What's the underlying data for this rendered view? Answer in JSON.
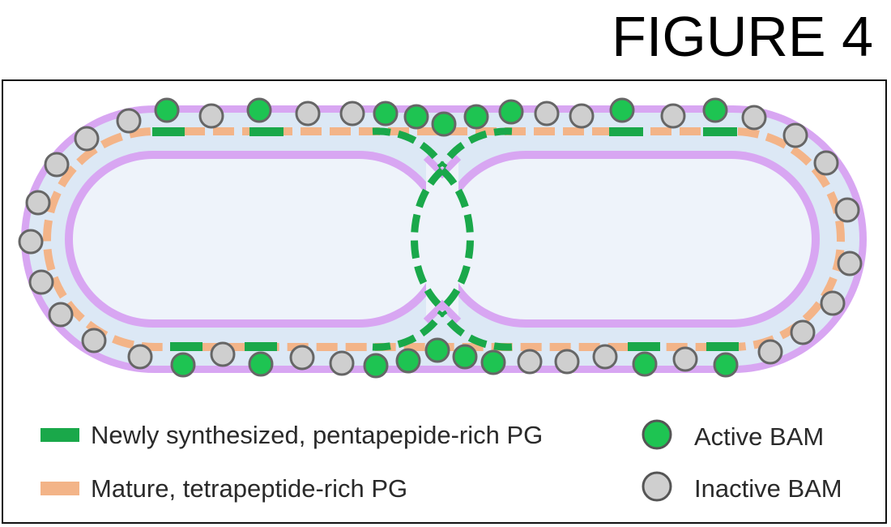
{
  "figure": {
    "title": "FIGURE 4"
  },
  "legend": {
    "new_pg": "Newly synthesized, pentapepide-rich PG",
    "mature_pg": "Mature, tetrapeptide-rich PG",
    "active_bam": "Active BAM",
    "inactive_bam": "Inactive BAM"
  },
  "colors": {
    "membrane": "#d8a6f2",
    "periplasm": "#dce8f5",
    "cytoplasm": "#eef3fa",
    "new_pg": "#1aa84a",
    "mature_pg": "#f3b488",
    "active_bam": "#1ec452",
    "inactive_bam": "#cfcfcf"
  }
}
